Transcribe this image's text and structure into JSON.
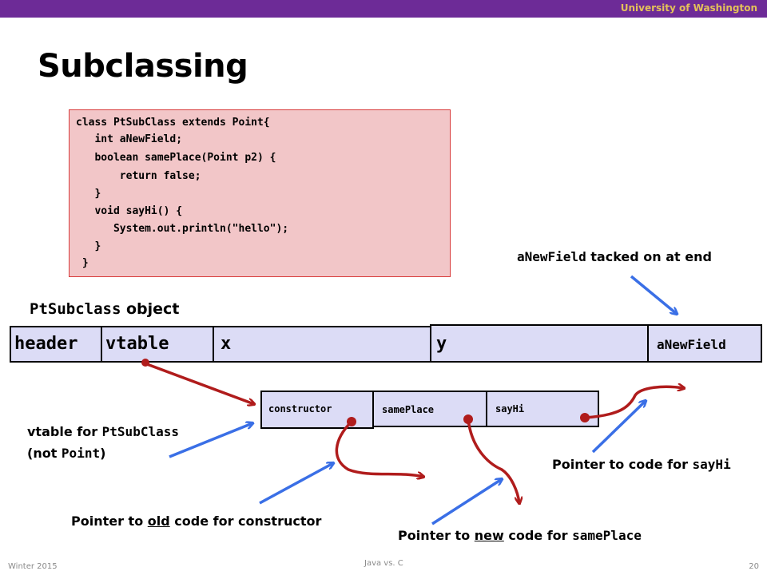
{
  "header": {
    "institution": "University of Washington",
    "title": "Subclassing"
  },
  "code": {
    "lines": [
      "class PtSubClass extends Point{",
      "   int aNewField;",
      "   boolean samePlace(Point p2) {",
      "       return false;",
      "   }",
      "   void sayHi() {",
      "      System.out.println(\"hello\");",
      "   }",
      " }"
    ]
  },
  "object": {
    "label_code": "PtSubclass",
    "label_text": " object",
    "fields": [
      "header",
      "vtable",
      "x",
      "y",
      "aNewField"
    ]
  },
  "vtable": {
    "entries": [
      "constructor",
      "samePlace",
      "sayHi"
    ]
  },
  "annotations": {
    "anewfield_code": "aNewField",
    "anewfield_text": " tacked on at end",
    "vtable_for_text": "vtable for ",
    "vtable_for_code": "PtSubClass",
    "not_open": "(not ",
    "not_code": "Point",
    "not_close": ")",
    "old_pre": "Pointer to ",
    "old_u": "old",
    "old_post": " code for constructor",
    "new_pre": "Pointer to ",
    "new_u": "new",
    "new_post": " code for ",
    "new_code": "samePlace",
    "sayhi_text": "Pointer to code for ",
    "sayhi_code": "sayHi"
  },
  "footer": {
    "left": "Winter 2015",
    "center": "Java vs. C",
    "page": "20"
  },
  "colors": {
    "header_bar": "#6d2b97",
    "institution": "#e3c15a",
    "red_arrow": "#b01c1c",
    "blue_arrow": "#3a6fe6",
    "cell_fill": "#dcdcf6",
    "code_fill": "#f2c6c8"
  }
}
